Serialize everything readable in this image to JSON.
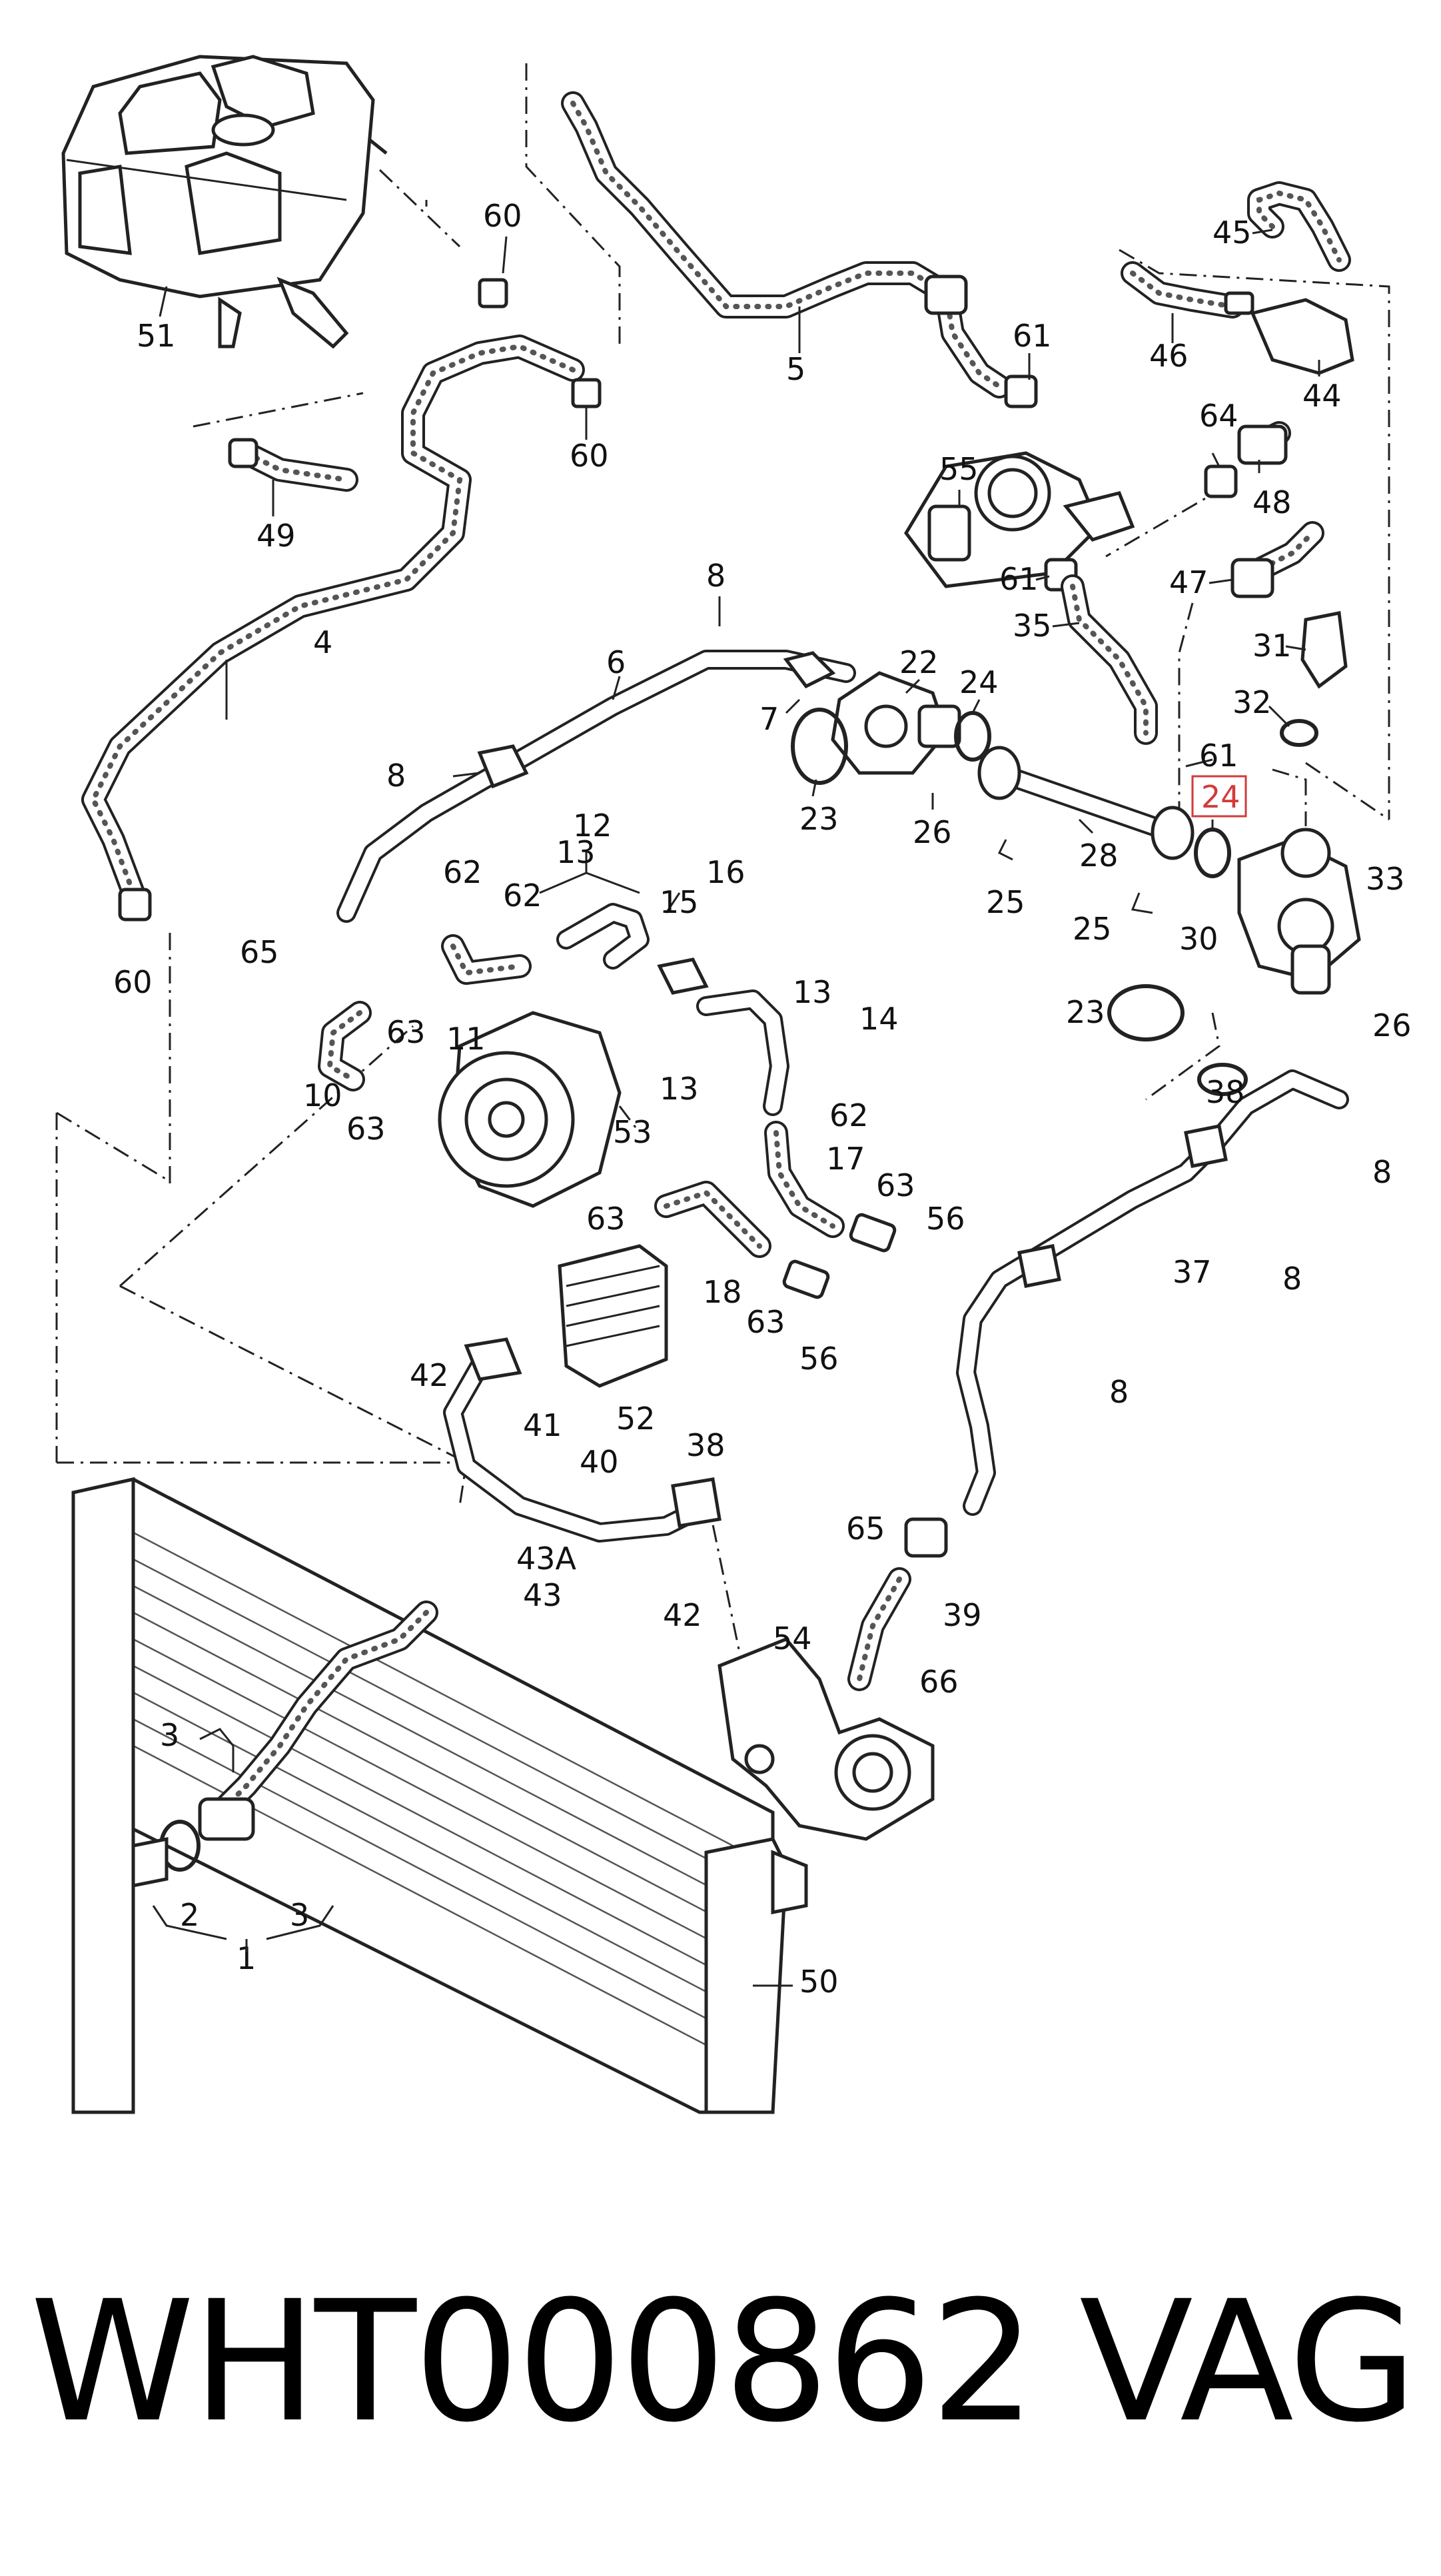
{
  "caption": {
    "part_number": "WHT000862",
    "brand": "VAG"
  },
  "highlight_color": "#d23b3b",
  "callouts": [
    {
      "id": "c-60a",
      "text": "60"
    },
    {
      "id": "c-51",
      "text": "51"
    },
    {
      "id": "c-5",
      "text": "5"
    },
    {
      "id": "c-61a",
      "text": "61"
    },
    {
      "id": "c-45",
      "text": "45"
    },
    {
      "id": "c-46",
      "text": "46"
    },
    {
      "id": "c-44",
      "text": "44"
    },
    {
      "id": "c-60b",
      "text": "60"
    },
    {
      "id": "c-49",
      "text": "49"
    },
    {
      "id": "c-55",
      "text": "55"
    },
    {
      "id": "c-64",
      "text": "64"
    },
    {
      "id": "c-48",
      "text": "48"
    },
    {
      "id": "c-4",
      "text": "4"
    },
    {
      "id": "c-61b",
      "text": "61"
    },
    {
      "id": "c-47",
      "text": "47"
    },
    {
      "id": "c-35",
      "text": "35"
    },
    {
      "id": "c-8a",
      "text": "8"
    },
    {
      "id": "c-31",
      "text": "31"
    },
    {
      "id": "c-6",
      "text": "6"
    },
    {
      "id": "c-22",
      "text": "22"
    },
    {
      "id": "c-24a",
      "text": "24"
    },
    {
      "id": "c-32",
      "text": "32"
    },
    {
      "id": "c-7",
      "text": "7"
    },
    {
      "id": "c-8b",
      "text": "8"
    },
    {
      "id": "c-61c",
      "text": "61"
    },
    {
      "id": "c-24b",
      "text": "24"
    },
    {
      "id": "c-23a",
      "text": "23"
    },
    {
      "id": "c-26a",
      "text": "26"
    },
    {
      "id": "c-12",
      "text": "12"
    },
    {
      "id": "c-28",
      "text": "28"
    },
    {
      "id": "c-13a",
      "text": "13"
    },
    {
      "id": "c-16",
      "text": "16"
    },
    {
      "id": "c-33",
      "text": "33"
    },
    {
      "id": "c-62a",
      "text": "62"
    },
    {
      "id": "c-62b",
      "text": "62"
    },
    {
      "id": "c-15",
      "text": "15"
    },
    {
      "id": "c-25a",
      "text": "25"
    },
    {
      "id": "c-60c",
      "text": "60"
    },
    {
      "id": "c-25b",
      "text": "25"
    },
    {
      "id": "c-30",
      "text": "30"
    },
    {
      "id": "c-65a",
      "text": "65"
    },
    {
      "id": "c-13b",
      "text": "13"
    },
    {
      "id": "c-14",
      "text": "14"
    },
    {
      "id": "c-23b",
      "text": "23"
    },
    {
      "id": "c-26b",
      "text": "26"
    },
    {
      "id": "c-11",
      "text": "11"
    },
    {
      "id": "c-63a",
      "text": "63"
    },
    {
      "id": "c-13c",
      "text": "13"
    },
    {
      "id": "c-10",
      "text": "10"
    },
    {
      "id": "c-62c",
      "text": "62"
    },
    {
      "id": "c-38a",
      "text": "38"
    },
    {
      "id": "c-63b",
      "text": "63"
    },
    {
      "id": "c-53",
      "text": "53"
    },
    {
      "id": "c-17",
      "text": "17"
    },
    {
      "id": "c-8c",
      "text": "8"
    },
    {
      "id": "c-63c",
      "text": "63"
    },
    {
      "id": "c-63d",
      "text": "63"
    },
    {
      "id": "c-56a",
      "text": "56"
    },
    {
      "id": "c-37",
      "text": "37"
    },
    {
      "id": "c-8d",
      "text": "8"
    },
    {
      "id": "c-18",
      "text": "18"
    },
    {
      "id": "c-63e",
      "text": "63"
    },
    {
      "id": "c-56b",
      "text": "56"
    },
    {
      "id": "c-42a",
      "text": "42"
    },
    {
      "id": "c-41",
      "text": "41"
    },
    {
      "id": "c-52",
      "text": "52"
    },
    {
      "id": "c-8e",
      "text": "8"
    },
    {
      "id": "c-40",
      "text": "40"
    },
    {
      "id": "c-38b",
      "text": "38"
    },
    {
      "id": "c-43A",
      "text": "43A"
    },
    {
      "id": "c-65b",
      "text": "65"
    },
    {
      "id": "c-43",
      "text": "43"
    },
    {
      "id": "c-42b",
      "text": "42"
    },
    {
      "id": "c-39",
      "text": "39"
    },
    {
      "id": "c-54",
      "text": "54"
    },
    {
      "id": "c-66",
      "text": "66"
    },
    {
      "id": "c-3a",
      "text": "3"
    },
    {
      "id": "c-2",
      "text": "2"
    },
    {
      "id": "c-3b",
      "text": "3"
    },
    {
      "id": "c-1",
      "text": "1"
    },
    {
      "id": "c-50",
      "text": "50"
    }
  ]
}
